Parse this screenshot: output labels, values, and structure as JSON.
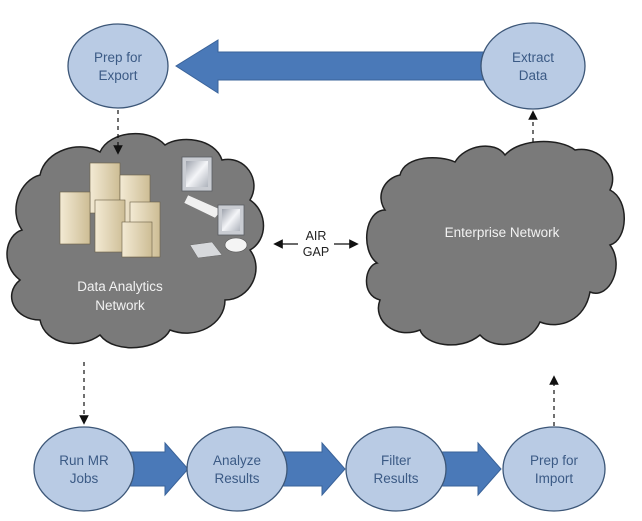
{
  "diagram": {
    "colors": {
      "node_fill": "#b9cbe4",
      "node_stroke": "#3d5778",
      "node_text": "#3b5a85",
      "arrow_fill": "#4a79b8",
      "cloud_fill": "#7a7a7a",
      "cloud_text": "#f2f2f2"
    },
    "nodes": {
      "prep_export": [
        "Prep for",
        "Export"
      ],
      "extract_data": [
        "Extract",
        "Data"
      ],
      "run_mr_jobs": [
        "Run MR",
        "Jobs"
      ],
      "analyze_results": [
        "Analyze",
        "Results"
      ],
      "filter_results": [
        "Filter",
        "Results"
      ],
      "prep_import": [
        "Prep for",
        "Import"
      ]
    },
    "clouds": {
      "data_analytics": [
        "Data Analytics",
        "Network"
      ],
      "enterprise": "Enterprise Network"
    },
    "air_gap": [
      "AIR",
      "GAP"
    ]
  }
}
